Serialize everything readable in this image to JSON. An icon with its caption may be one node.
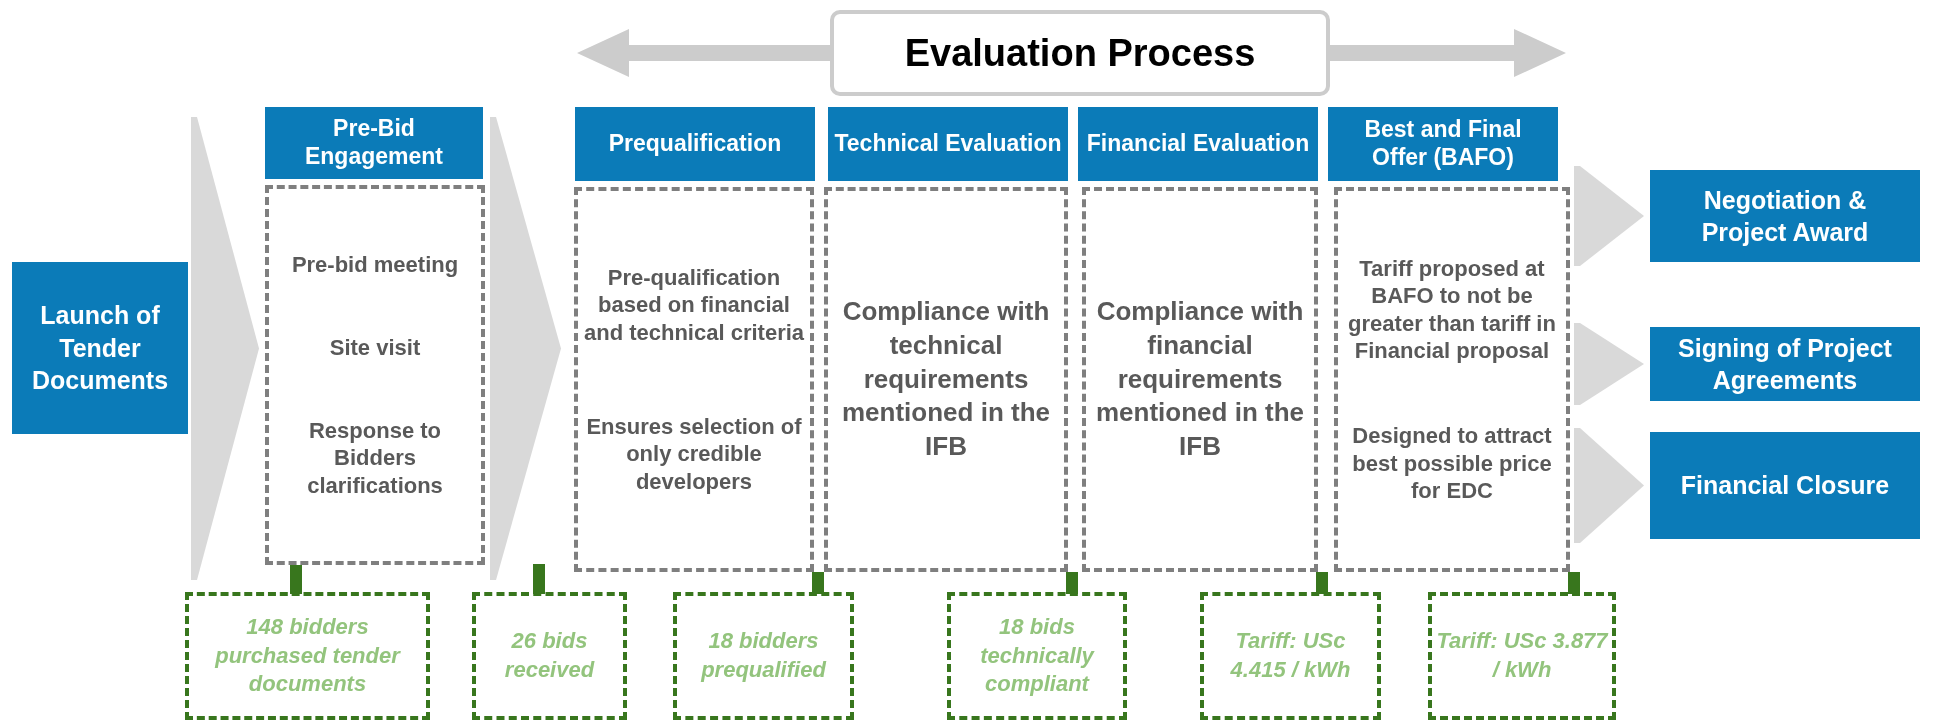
{
  "diagram": {
    "nodes": [
      {
        "text": [
          "Evaluation Process"
        ]
      },
      {
        "text": [
          "Launch of Tender Documents"
        ]
      },
      {
        "text": [
          "Pre-Bid Engagement"
        ]
      },
      {
        "text": [
          "Pre-bid meeting",
          "Site visit",
          "Response to Bidders clarifications"
        ]
      },
      {
        "text": [
          "Prequalification"
        ]
      },
      {
        "text": [
          "Pre-qualification based on financial and technical criteria",
          "Ensures selection of only credible developers"
        ]
      },
      {
        "text": [
          "Technical Evaluation"
        ]
      },
      {
        "text": [
          "Compliance with technical requirements mentioned in the IFB"
        ]
      },
      {
        "text": [
          "Financial Evaluation"
        ]
      },
      {
        "text": [
          "Compliance with financial requirements mentioned in the IFB"
        ]
      },
      {
        "text": [
          "Best and Final Offer (BAFO)"
        ]
      },
      {
        "text": [
          "Tariff proposed at BAFO to not be greater than tariff in Financial proposal",
          "Designed to attract best possible price for EDC"
        ]
      },
      {
        "text": [
          "Negotiation & Project Award"
        ]
      },
      {
        "text": [
          "Signing of Project Agreements"
        ]
      },
      {
        "text": [
          "Financial Closure"
        ]
      },
      {
        "text": [
          "148 bidders purchased tender documents"
        ]
      },
      {
        "text": [
          "26 bids received"
        ]
      },
      {
        "text": [
          "18 bidders prequalified"
        ]
      },
      {
        "text": [
          "18 bids technically compliant"
        ]
      },
      {
        "text": [
          "Tariff: USc 4.415 / kWh"
        ]
      },
      {
        "text": [
          "Tariff: USc 3.877 / kWh"
        ]
      }
    ],
    "edges": [
      {
        "from": 1,
        "to": 3,
        "arrow": "to",
        "style": "thick",
        "color": "#d9d9d9"
      },
      {
        "from": 3,
        "to": 5,
        "arrow": "to",
        "style": "thick",
        "color": "#d9d9d9"
      },
      {
        "from": 11,
        "to": 12,
        "arrow": "to",
        "style": "thick",
        "color": "#d9d9d9"
      },
      {
        "from": 11,
        "to": 13,
        "arrow": "to",
        "style": "thick",
        "color": "#d9d9d9"
      },
      {
        "from": 11,
        "to": 14,
        "arrow": "to",
        "style": "thick",
        "color": "#d9d9d9"
      },
      {
        "from": 3,
        "to": 15,
        "arrow": "none",
        "color": "#38761d"
      },
      {
        "from": null,
        "to": 16,
        "arrow": "none",
        "color": "#38761d"
      },
      {
        "from": 5,
        "to": 17,
        "arrow": "none",
        "color": "#38761d"
      },
      {
        "from": 7,
        "to": 18,
        "arrow": "none",
        "color": "#38761d"
      },
      {
        "from": 9,
        "to": 19,
        "arrow": "none",
        "color": "#38761d"
      },
      {
        "from": 11,
        "to": 20,
        "arrow": "none",
        "color": "#38761d"
      },
      {
        "from": 0,
        "to": 4,
        "arrow": "to",
        "style": "thick",
        "color": "#cccccc"
      },
      {
        "from": 0,
        "to": 10,
        "arrow": "to",
        "style": "thick",
        "color": "#cccccc"
      }
    ]
  }
}
